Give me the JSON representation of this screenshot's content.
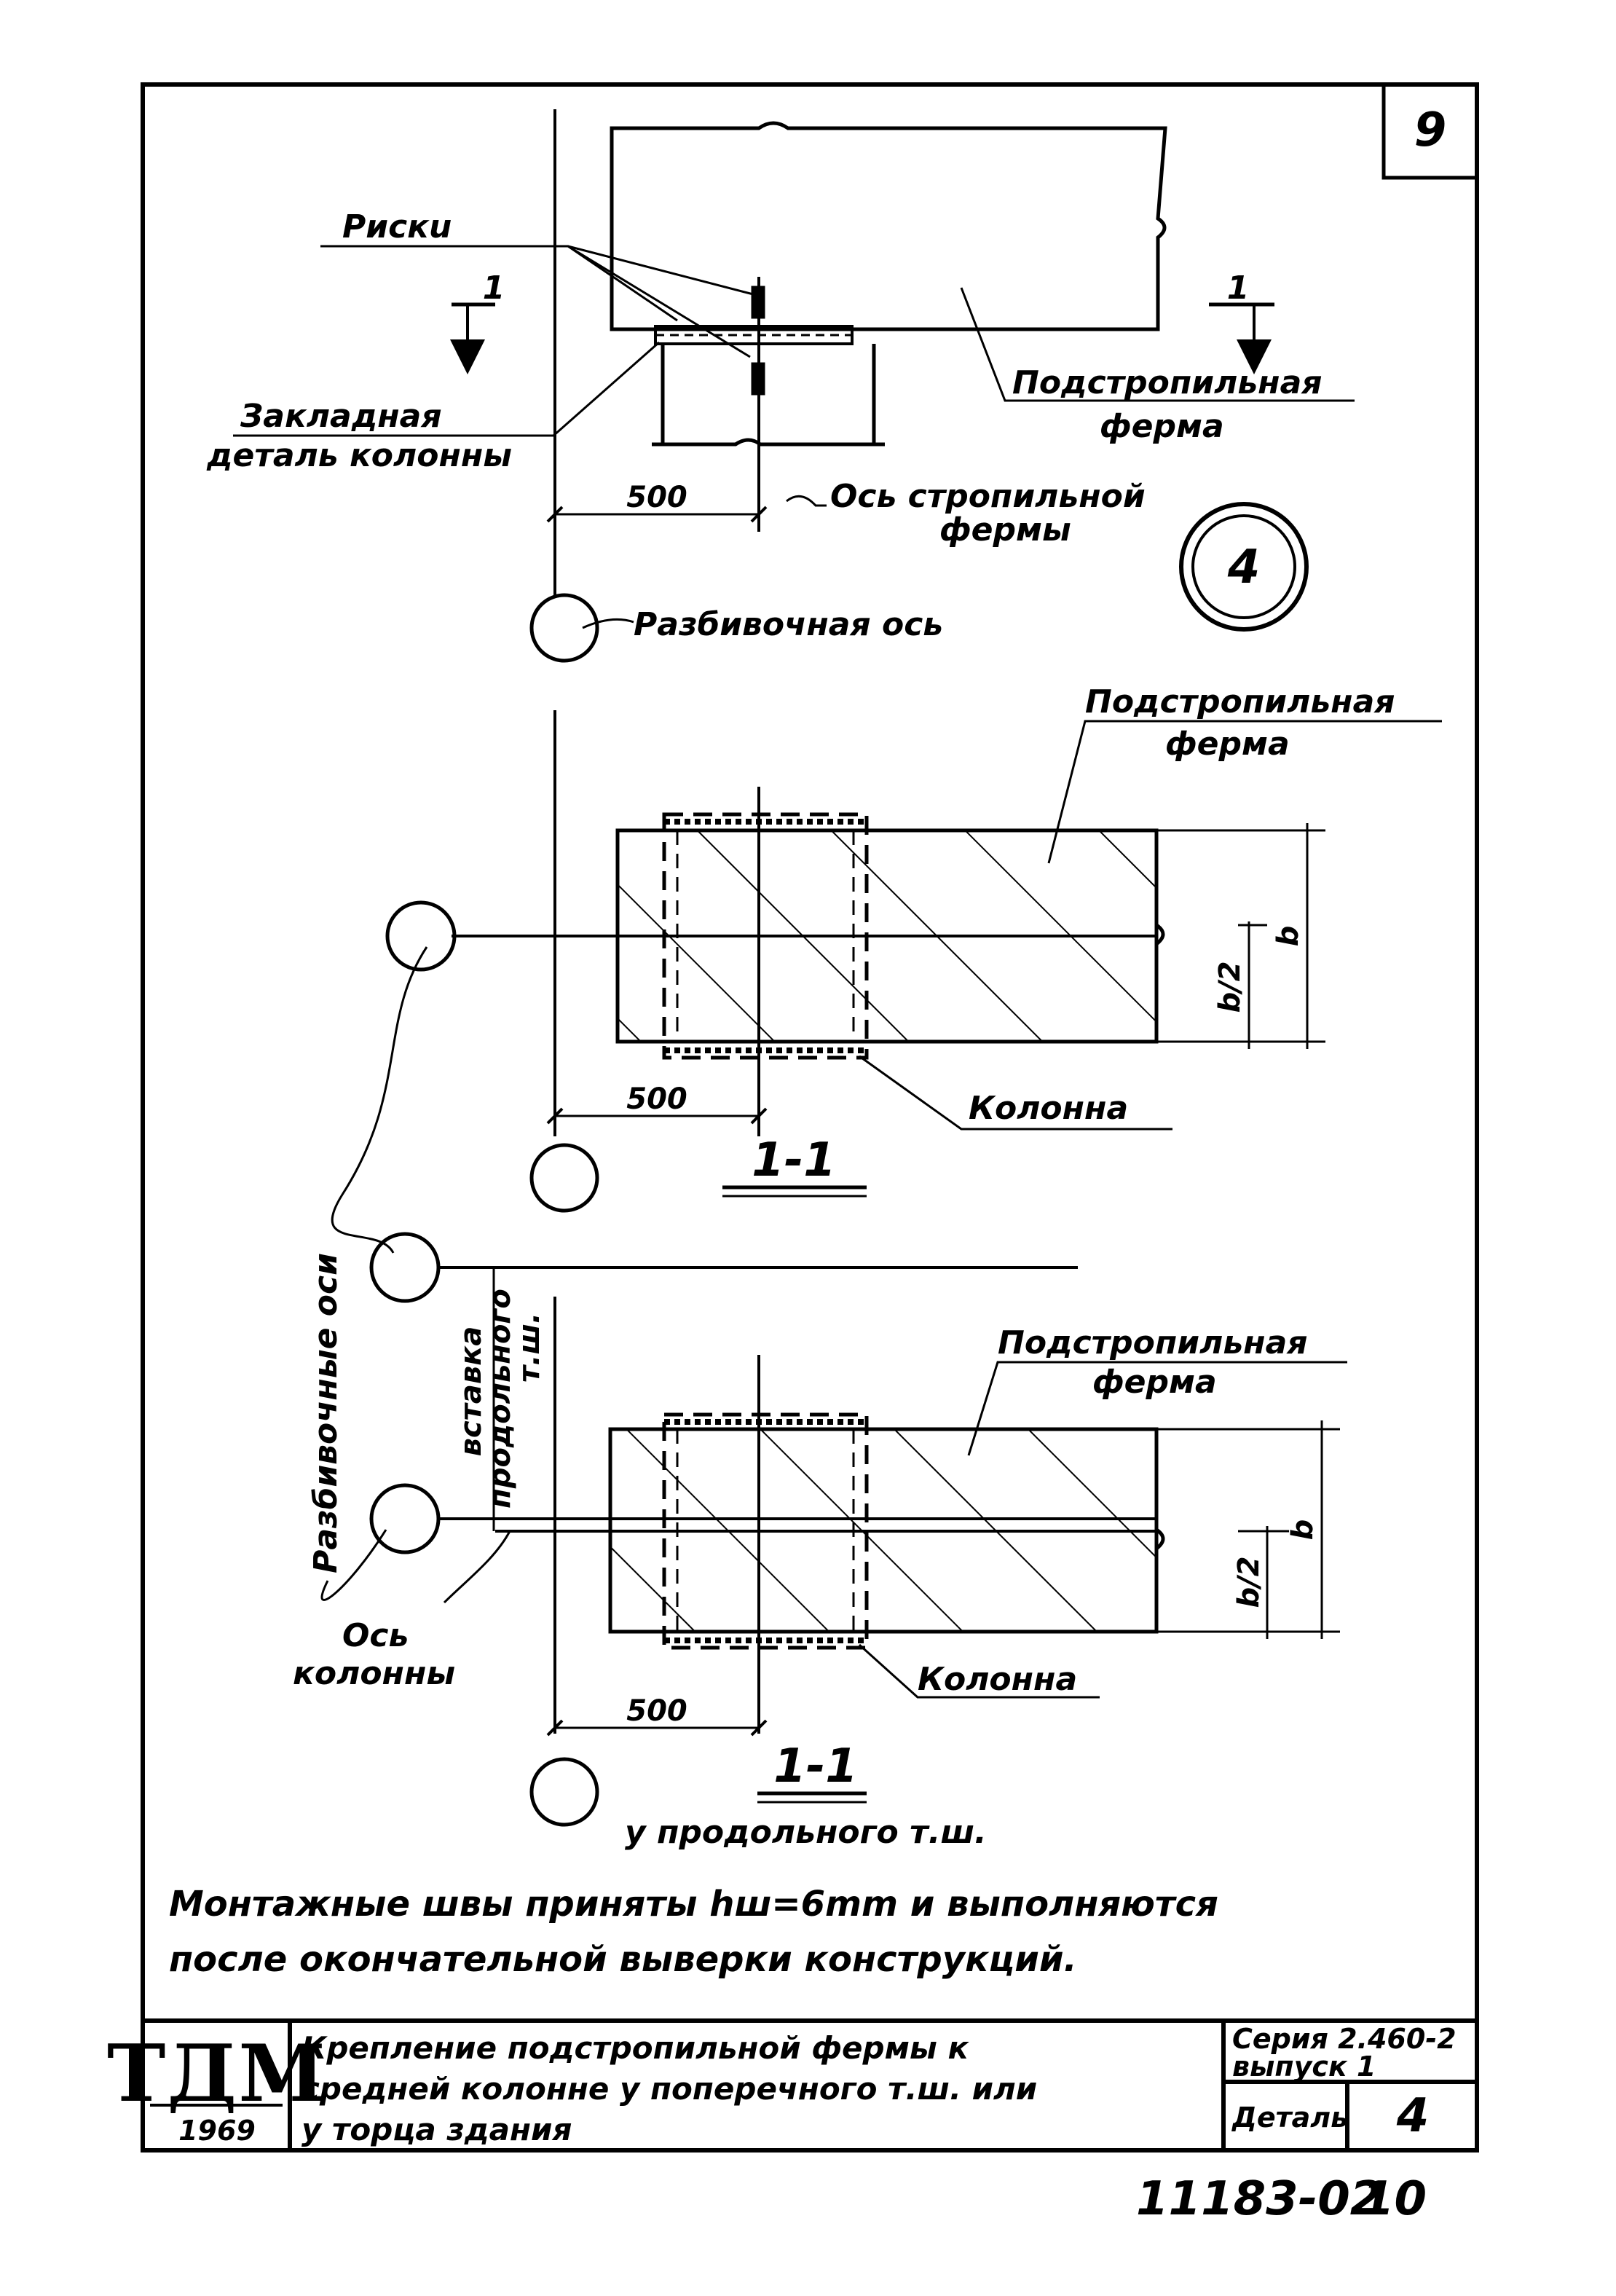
{
  "sheet": {
    "page_number": "9",
    "detail_marker": "4",
    "footer_code": "11183-02",
    "footer_page": "10"
  },
  "elevation": {
    "label_marks": "Рискu",
    "label_embedded_1": "Закладная",
    "label_embedded_2": "деталь колонны",
    "label_truss_1": "Подстропильная",
    "label_truss_2": "ферма",
    "dim_500": "500",
    "label_rafter_axis_1": "Ось стропильной",
    "label_rafter_axis_2": "фермы",
    "label_grid_axis": "Разбивочная ось",
    "section_mark": "1"
  },
  "section_a": {
    "label_truss_1": "Подстропильная",
    "label_truss_2": "ферма",
    "label_column": "Колонна",
    "dim_500": "500",
    "dim_b": "b",
    "dim_b2": "b/2",
    "section_title": "1-1"
  },
  "section_b": {
    "label_axes": "Разбивочные оси",
    "label_insert_1": "вставка",
    "label_insert_2": "продольного",
    "label_insert_3": "т.ш.",
    "label_truss_1": "Подстропильная",
    "label_truss_2": "ферма",
    "label_column": "Колонна",
    "label_col_axis_1": "Ось",
    "label_col_axis_2": "колонны",
    "dim_500": "500",
    "dim_b": "b",
    "dim_b2": "b/2",
    "section_title": "1-1",
    "section_sub": "у продольного т.ш."
  },
  "note": {
    "line1": "Монтажные швы приняты hш=6mm и выполняются",
    "line2": "после окончательной выверки конструкций."
  },
  "title_block": {
    "logo": "ТДМ",
    "year": "1969",
    "title_line1": "Крепление подстропильной фермы к",
    "title_line2": "средней колонне у поперечного т.ш. или",
    "title_line3": "у торца здания",
    "series_label": "Серия 2.460-2",
    "issue_label": "выпуск 1",
    "detail_label": "Деталь",
    "detail_value": "4"
  }
}
